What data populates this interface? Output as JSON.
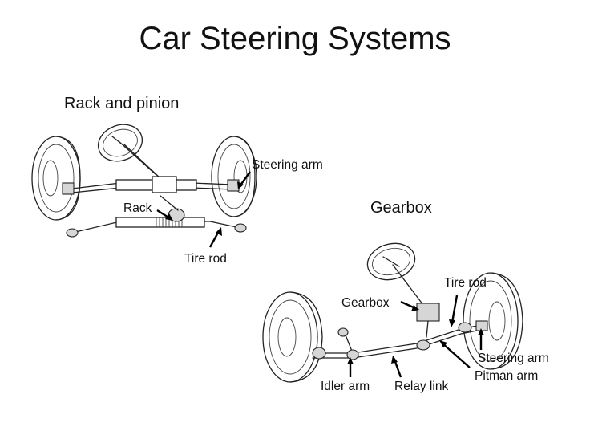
{
  "title": "Car Steering Systems",
  "sections": {
    "rack_pinion": {
      "heading": "Rack and pinion",
      "labels": {
        "steering_arm": "Steering arm",
        "rack": "Rack",
        "tire_rod": "Tire rod"
      }
    },
    "gearbox": {
      "heading": "Gearbox",
      "labels": {
        "tire_rod": "Tire rod",
        "gearbox": "Gearbox",
        "steering_arm": "Steering arm",
        "pitman_arm": "Pitman arm",
        "idler_arm": "Idler arm",
        "relay_link": "Relay link"
      }
    }
  }
}
